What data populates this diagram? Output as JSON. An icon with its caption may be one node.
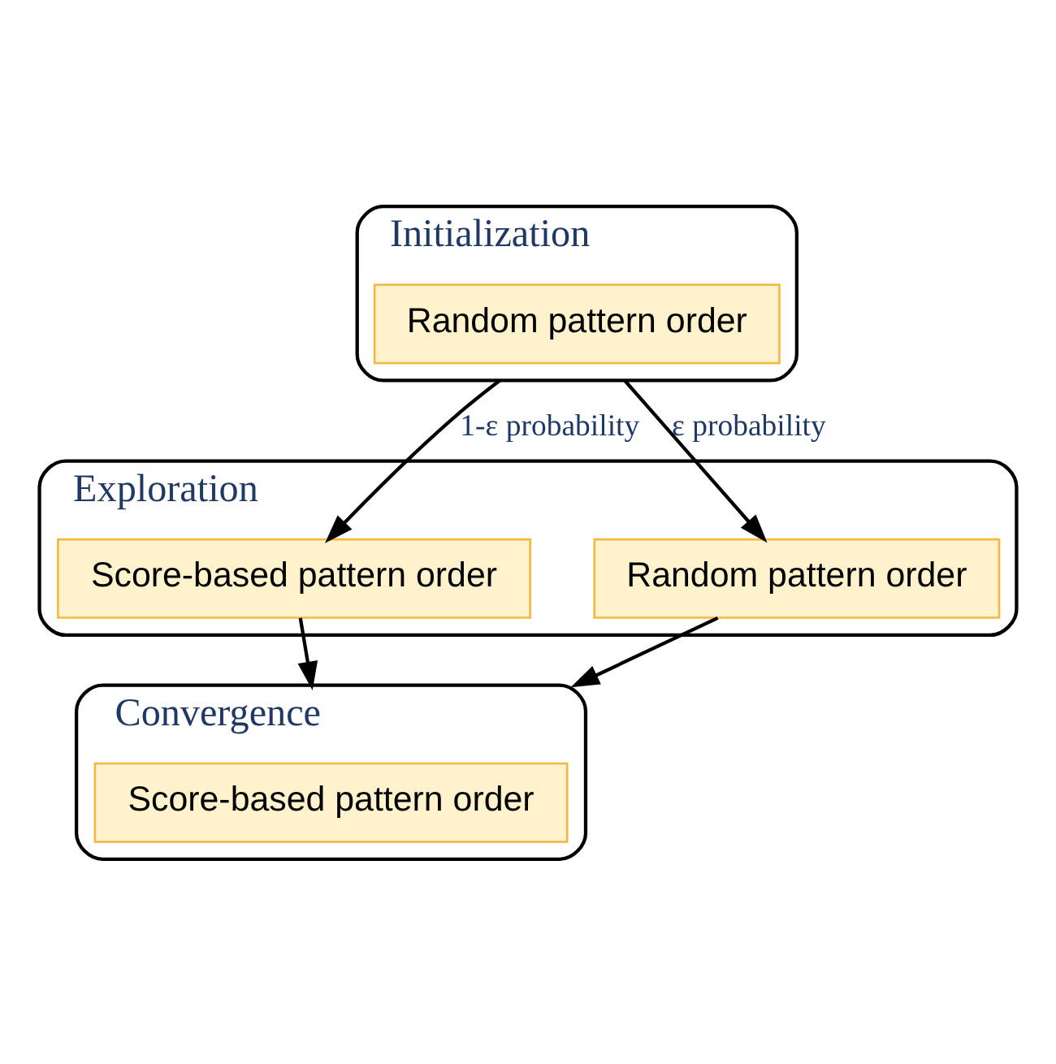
{
  "diagram": {
    "nodes": [
      {
        "text": [
          "Initialization"
        ]
      },
      {
        "text": [
          "Random pattern order"
        ],
        "in": 0
      },
      {
        "text": [
          "Exploration"
        ]
      },
      {
        "text": [
          "Score-based pattern order"
        ],
        "in": 2
      },
      {
        "text": [
          "Random pattern order"
        ],
        "in": 2
      },
      {
        "text": [
          "Convergence"
        ]
      },
      {
        "text": [
          "Score-based pattern order"
        ],
        "in": 5
      }
    ],
    "edges": [
      {
        "from": 0,
        "to": 3,
        "arrow": "to",
        "label": "1-ε probability"
      },
      {
        "from": 0,
        "to": 4,
        "arrow": "to",
        "label": "ε probability"
      },
      {
        "from": 3,
        "to": 5,
        "arrow": "to"
      },
      {
        "from": 4,
        "to": 5,
        "arrow": "to"
      }
    ]
  }
}
